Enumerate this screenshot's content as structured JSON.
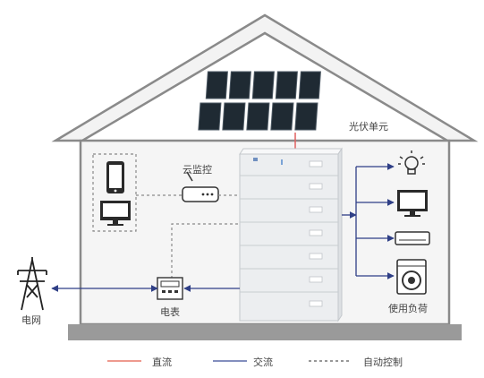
{
  "labels": {
    "pv_unit": "光伏单元",
    "cloud_monitor": "云监控",
    "grid": "电网",
    "meter": "电表",
    "loads": "使用负荷"
  },
  "legend": [
    {
      "key": "dc",
      "label": "直流",
      "color": "#e8786a",
      "style": "solid"
    },
    {
      "key": "ac",
      "label": "交流",
      "color": "#5a6aa8",
      "style": "solid"
    },
    {
      "key": "ctrl",
      "label": "自动控制",
      "color": "#777777",
      "style": "dashed"
    }
  ],
  "colors": {
    "house_outline": "#8a8a8a",
    "house_fill": "#f4f4f4",
    "house_base": "#9a9a9a",
    "solar_panel": "#1f2a33",
    "battery": "#eceef0",
    "ac_line": "#2f3f86",
    "dc_line": "#e06060",
    "ctrl_line": "#8a8a8a"
  },
  "icons": {
    "pv": "solar-panel-icon",
    "phone": "smartphone-icon",
    "monitor": "monitor-icon",
    "router": "router-icon",
    "tower": "power-tower-icon",
    "meter": "electric-meter-icon",
    "battery": "battery-stack-icon",
    "bulb": "light-bulb-icon",
    "tv": "tv-icon",
    "ac": "air-conditioner-icon",
    "washer": "washing-machine-icon"
  }
}
